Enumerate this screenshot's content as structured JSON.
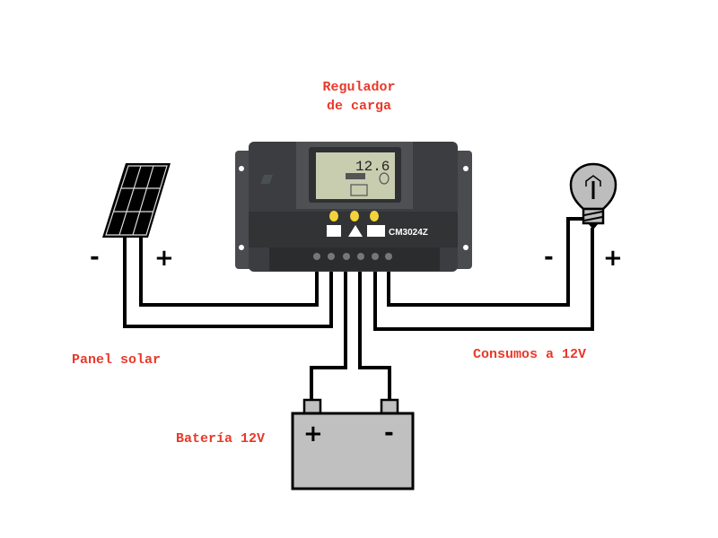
{
  "labels": {
    "regulator": [
      "Regulador",
      "de carga"
    ],
    "panel": "Panel solar",
    "loads": "Consumos a 12V",
    "battery": "Batería 12V"
  },
  "polarity": {
    "panel_negative": "-",
    "panel_positive": "+",
    "load_negative": "-",
    "load_positive": "+",
    "battery_positive": "+",
    "battery_negative": "-"
  },
  "regulator": {
    "lcd_reading": "12.6",
    "model": "CM3024Z",
    "terminal_count": 6
  },
  "colors": {
    "label_red": "#e8392a",
    "regulator_body": "#3c3d40",
    "lcd": "#c9cdb0",
    "led_yellow": "#f2d43a",
    "battery_fill": "#c0c0c0",
    "bulb_fill": "#bdbdbd",
    "wire": "#000000"
  },
  "icons": [
    "solar-panel-icon",
    "light-bulb-icon",
    "battery-icon",
    "charge-controller-icon"
  ]
}
